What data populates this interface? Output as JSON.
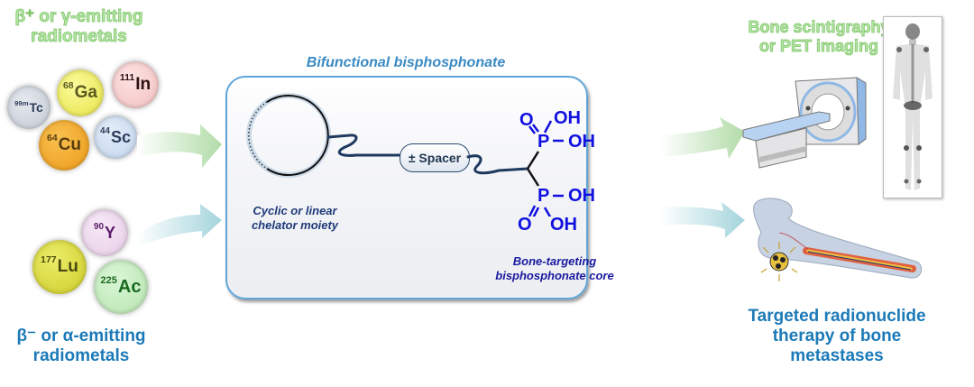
{
  "left_top_heading": {
    "line1": "β⁺ or γ-emitting",
    "line2": "radiometals"
  },
  "left_bottom_heading": {
    "line1": "β⁻ or α-emitting",
    "line2": "radiometals"
  },
  "imaging_radiometals": [
    {
      "mass": "99m",
      "symbol": "Tc",
      "color": "#cdd3dc",
      "text_color": "#2e3d5a"
    },
    {
      "mass": "68",
      "symbol": "Ga",
      "color": "#f0ee6a",
      "text_color": "#5a5a20"
    },
    {
      "mass": "111",
      "symbol": "In",
      "color": "#f7cdcd",
      "text_color": "#2a1010"
    },
    {
      "mass": "64",
      "symbol": "Cu",
      "color": "#f2aa2c",
      "text_color": "#5a3e10"
    },
    {
      "mass": "44",
      "symbol": "Sc",
      "color": "#cddcf0",
      "text_color": "#2e3d5a"
    }
  ],
  "therapy_radiometals": [
    {
      "mass": "90",
      "symbol": "Y",
      "color": "#ecd6ec",
      "text_color": "#5a1a6a"
    },
    {
      "mass": "177",
      "symbol": "Lu",
      "color": "#dcdc3a",
      "text_color": "#4a4a10"
    },
    {
      "mass": "225",
      "symbol": "Ac",
      "color": "#c6eec0",
      "text_color": "#1a6a20"
    }
  ],
  "center": {
    "title": "Bifunctional bisphosphonate",
    "chelator_label": {
      "line1": "Cyclic or linear",
      "line2": "chelator moiety"
    },
    "spacer_label": "± Spacer",
    "core_label": {
      "line1": "Bone-targeting",
      "line2": "bisphosphonate core"
    },
    "structure": {
      "top_O": "O",
      "top_OH1": "OH",
      "top_P": "P",
      "top_OH2": "OH",
      "bottom_P": "P",
      "bottom_OH1": "OH",
      "bottom_O": "O",
      "bottom_OH2": "OH"
    }
  },
  "right_top_heading": {
    "line1": "Bone scintigraphy",
    "line2": "or PET imaging"
  },
  "right_bottom_heading": {
    "line1": "Targeted radionuclide",
    "line2": "therapy of bone",
    "line3": "metastases"
  },
  "colors": {
    "imaging_arrow": "#b9e0b0",
    "therapy_arrow": "#a8d8e0",
    "panel_border": "#5fa6d8",
    "bisphosphonate_blue": "#1010e0",
    "heading_blue": "#1c7ab8"
  }
}
